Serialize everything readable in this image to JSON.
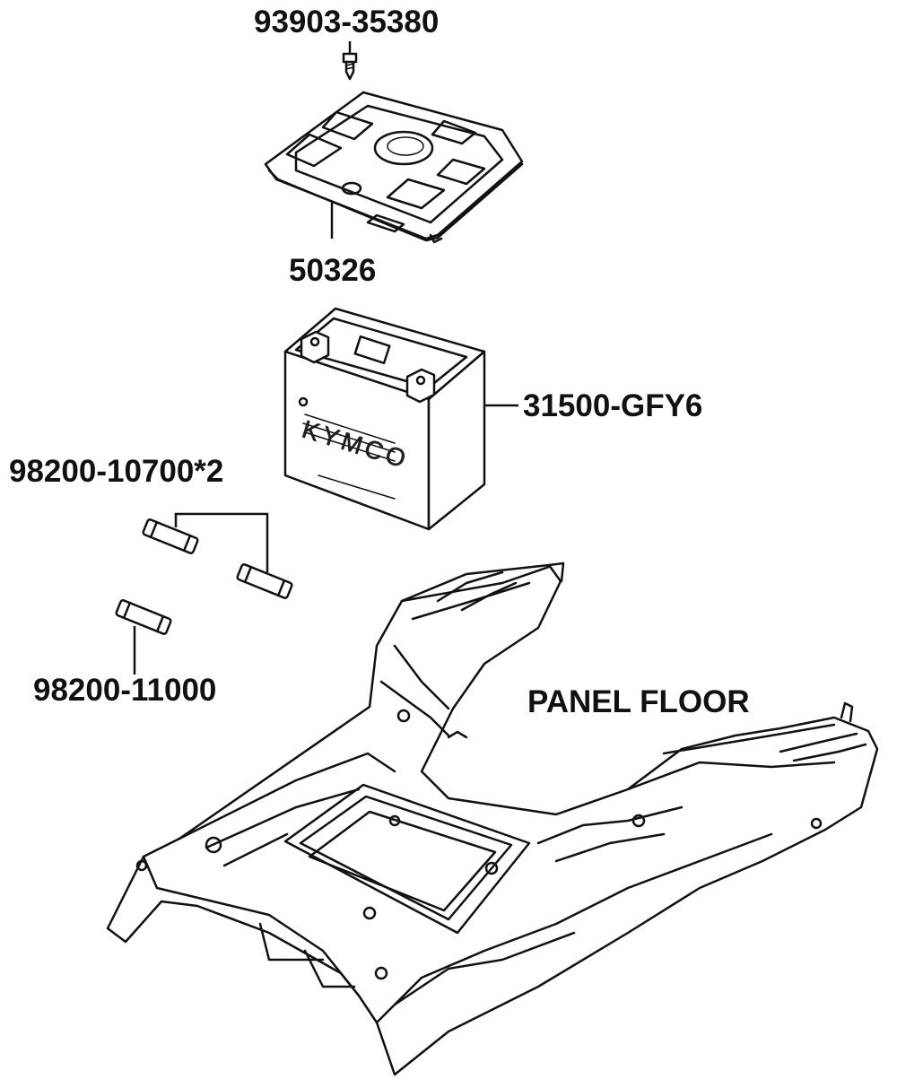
{
  "diagram": {
    "labels": {
      "screw": "93903-35380",
      "cover": "50326",
      "battery": "31500-GFY6",
      "fuse_pair": "98200-10700*2",
      "fuse_single": "98200-11000",
      "panel": "PANEL FLOOR"
    },
    "battery_markings": {
      "brand": "KYMCO"
    }
  }
}
